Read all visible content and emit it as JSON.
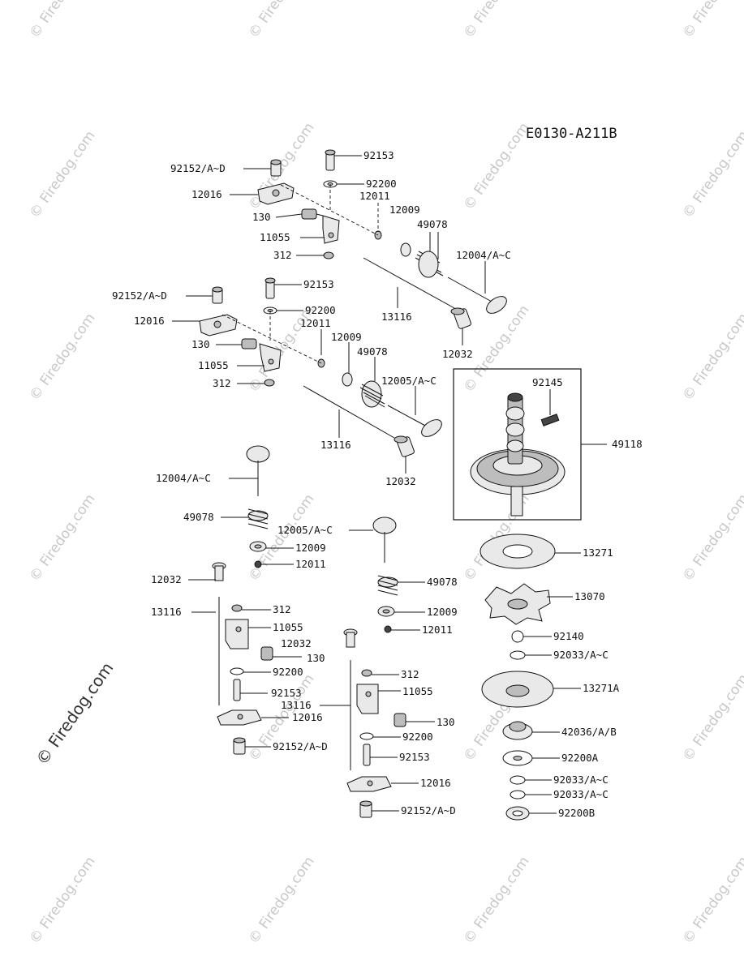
{
  "diagram_code": "E0130-A211B",
  "watermark": {
    "text": "© Firedog.com"
  },
  "labels": {
    "92152_top": "92152/A~D",
    "12016_top": "12016",
    "130_top": "130",
    "11055_top": "11055",
    "312_top": "312",
    "92153_top": "92153",
    "92200_top": "92200",
    "12011_top": "12011",
    "12009_top": "12009",
    "49078_top": "49078",
    "12004_top": "12004/A~C",
    "13116_top": "13116",
    "12032_top": "12032",
    "92152_mid": "92152/A~D",
    "12016_mid": "12016",
    "130_mid": "130",
    "11055_mid": "11055",
    "312_mid": "312",
    "92153_mid": "92153",
    "92200_mid": "92200",
    "12011_mid": "12011",
    "12009_mid": "12009",
    "49078_mid": "49078",
    "12005_mid": "12005/A~C",
    "13116_mid": "13116",
    "12032_mid": "12032",
    "92145": "92145",
    "49118": "49118",
    "12004_low": "12004/A~C",
    "49078_low": "49078",
    "12005_low": "12005/A~C",
    "12009_low": "12009",
    "12011_low": "12011",
    "12032_low": "12032",
    "49078_low2": "49078",
    "12009_low2": "12009",
    "12011_low2": "12011",
    "13116_low": "13116",
    "312_low": "312",
    "11055_low": "11055",
    "12032_low2": "12032",
    "130_low": "130",
    "92200_low": "92200",
    "92153_low": "92153",
    "12016_low": "12016",
    "92152_low": "92152/A~D",
    "312_low2": "312",
    "11055_low2": "11055",
    "13116_low2": "13116",
    "130_low2": "130",
    "92200_low2": "92200",
    "92153_low2": "92153",
    "12016_low2": "12016",
    "92152_low2": "92152/A~D",
    "13271": "13271",
    "13070": "13070",
    "92140": "92140",
    "92033_a": "92033/A~C",
    "13271A": "13271A",
    "42036": "42036/A/B",
    "92200A": "92200A",
    "92033_b": "92033/A~C",
    "92033_c": "92033/A~C",
    "92200B": "92200B"
  }
}
